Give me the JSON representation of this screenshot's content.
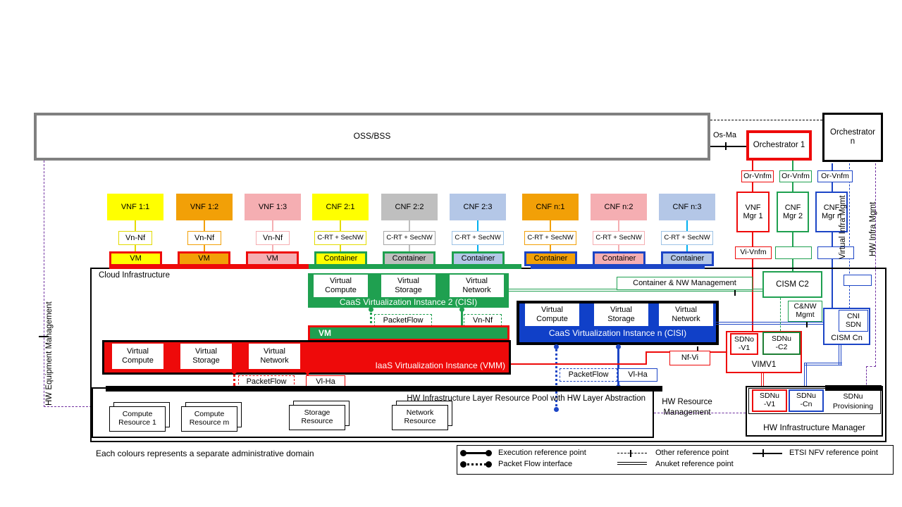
{
  "top": {
    "oss_bss": "OSS/BSS",
    "os_ma": "Os-Ma",
    "orchestrator_1": "Orchestrator 1",
    "orchestrator_n": "Orchestrator n"
  },
  "managers": {
    "or_vnfm_1": "Or-Vnfm",
    "or_vnfm_2": "Or-Vnfm",
    "or_vnfm_3": "Or-Vnfm",
    "vnf_mgr_1": "VNF Mgr 1",
    "cnf_mgr_2": "CNF Mgr 2",
    "cnf_mgr_n": "CNF Mgr n",
    "vi_vnfm": "Vi-Vnfm"
  },
  "nf_columns": [
    {
      "label": "VNF 1:1",
      "iface": "Vn-Nf",
      "runtime": "VM"
    },
    {
      "label": "VNF 1:2",
      "iface": "Vn-Nf",
      "runtime": "VM"
    },
    {
      "label": "VNF 1:3",
      "iface": "Vn-Nf",
      "runtime": "VM"
    },
    {
      "label": "CNF 2:1",
      "iface": "C-RT + SecNW",
      "runtime": "Container"
    },
    {
      "label": "CNF 2:2",
      "iface": "C-RT + SecNW",
      "runtime": "Container"
    },
    {
      "label": "CNF 2:3",
      "iface": "C-RT + SecNW",
      "runtime": "Container"
    },
    {
      "label": "CNF n:1",
      "iface": "C-RT + SecNW",
      "runtime": "Container"
    },
    {
      "label": "CNF n:2",
      "iface": "C-RT + SecNW",
      "runtime": "Container"
    },
    {
      "label": "CNF n:3",
      "iface": "C-RT + SecNW",
      "runtime": "Container"
    }
  ],
  "cloud": {
    "label": "Cloud Infrastructure"
  },
  "caas_2": {
    "cells": [
      "Virtual Compute",
      "Virtual Storage",
      "Virtual Network"
    ],
    "title": "CaaS Virtualization Instance 2 (CISI)",
    "packetflow_label": "PacketFlow",
    "vn_nf_label": "Vn-Nf"
  },
  "vm_bar_label": "VM",
  "iaas": {
    "cells": [
      "Virtual Compute",
      "Virtual Storage",
      "Virtual Network"
    ],
    "title": "IaaS Virtualization Instance (VMM)",
    "packetflow_label": "PacketFlow",
    "vl_ha_label": "Vl-Ha"
  },
  "caas_n": {
    "cells": [
      "Virtual Compute",
      "Virtual Storage",
      "Virtual Network"
    ],
    "title": "CaaS Virtualization Instance n (CISI)",
    "packetflow_label": "PacketFlow",
    "vl_ha_label": "Vl-Ha"
  },
  "mgmt": {
    "nf_vi": "Nf-Vi",
    "container_nw": "Container & NW Management",
    "cism_c2": "CISM C2",
    "cnw_mgmt": "C&NW Mgmt",
    "cni_sdn": "CNI SDN",
    "cism_cn": "CISM Cn",
    "sdno_v1": "SDNo -V1",
    "sdnu_c2": "SDNu -C2",
    "vim_v1": "VIMV1",
    "sdnu_v1": "SDNu -V1",
    "sdnu_cn": "SDNu -Cn",
    "sdnu_prov": "SDNu Provisioning",
    "hwim": "HW Infrastructure Manager",
    "hw_resource": "HW Resource Management"
  },
  "hw_pool": {
    "title": "HW Infrastructure Layer Resource Pool with HW Layer Abstraction",
    "resources": [
      "Compute Resource 1",
      "Compute Resource m",
      "Storage Resource",
      "Network Resource"
    ]
  },
  "side_labels": {
    "hw_equipment": "HW Equipment Management",
    "virtual_infra": "Virtual Infra Mgmt",
    "hw_infra": "HW Infra Mgmt"
  },
  "footnote": "Each colours represents a separate administrative domain",
  "legend": {
    "execution": "Execution reference point",
    "packet_flow": "Packet Flow interface",
    "other": "Other reference point",
    "anuket": "Anuket reference point",
    "etsi": "ETSI NFV reference point"
  },
  "colors": {
    "red": "#EE0A0A",
    "green": "#1FA050",
    "blue": "#1C45C6",
    "purple": "#7030A0",
    "yellow": "#FFFF00",
    "orange": "#F2A007",
    "pink": "#F5AEB2",
    "gray": "#BFBFBF",
    "light_blue": "#B4C7E7",
    "cyan": "#00B0F0",
    "oss_border": "#808080"
  }
}
